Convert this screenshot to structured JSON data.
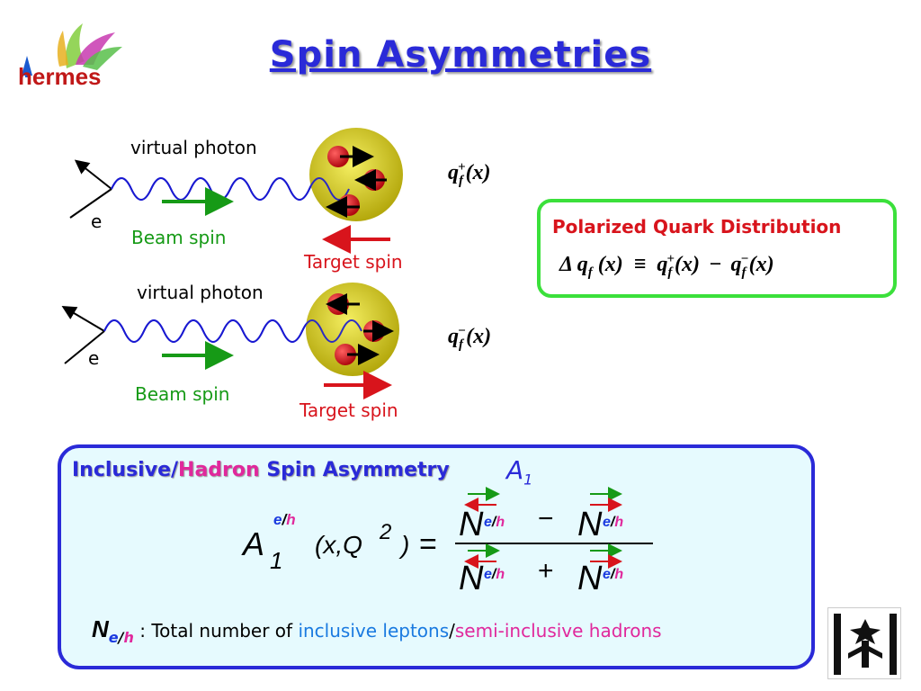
{
  "title": "Spin Asymmetries",
  "logo": {
    "text": "hermes",
    "icon": "winged-hermes-logo"
  },
  "diagram_top": {
    "photon_label": "virtual photon",
    "electron_label": "e",
    "beam_label": "Beam spin",
    "target_label": "Target spin",
    "distribution": "q",
    "distribution_sub": "f",
    "distribution_sup": "+",
    "distribution_arg": "(x)"
  },
  "diagram_bottom": {
    "photon_label": "virtual photon",
    "electron_label": "e",
    "beam_label": "Beam spin",
    "target_label": "Target spin",
    "distribution": "q",
    "distribution_sub": "f",
    "distribution_sup": "−",
    "distribution_arg": "(x)"
  },
  "pqd": {
    "title": "Polarized Quark Distribution",
    "delta": "Δ",
    "q": "q",
    "sub": "f",
    "lhs_arg": " (x)",
    "equiv": "≡",
    "sup_plus": "+",
    "sup_minus": "−",
    "rhs_arg1": "(x)",
    "minus": "−",
    "rhs_arg2": "(x)"
  },
  "asymmetry": {
    "title_part1": "Inclusive/",
    "title_part2": "Hadron",
    "title_part3": " Spin Asymmetry",
    "a1_label": "A",
    "a1_sub": "1",
    "formula": {
      "lhs_A": "A",
      "lhs_sub": "1",
      "lhs_sup_e": "e",
      "lhs_sup_slash": "/",
      "lhs_sup_h": "h",
      "args": "(x,Q",
      "args_sup": "2",
      "args_close": ")",
      "equals": "=",
      "N": "N",
      "sub_e": "e",
      "sub_slash": "/",
      "sub_h": "h",
      "minus": "−",
      "plus": "+"
    },
    "footnote": {
      "N": "N",
      "sub_e": "e",
      "sub_slash": "/",
      "sub_h": "h",
      "text1": " : Total number of ",
      "text2": "inclusive leptons",
      "text3": "/",
      "text4": "semi-inclusive hadrons"
    }
  },
  "colors": {
    "title": "#2a2ad8",
    "beam": "#169a16",
    "target": "#d8141c",
    "photon": "#1a1ad0",
    "nucleon": "#c8c010",
    "quark": "#d01018",
    "pqd_border": "#3be03b",
    "asym_border": "#2a2ad8",
    "asym_bg": "#e6fafe",
    "inclusive": "#1a7ae0",
    "hadron": "#e0289c"
  }
}
